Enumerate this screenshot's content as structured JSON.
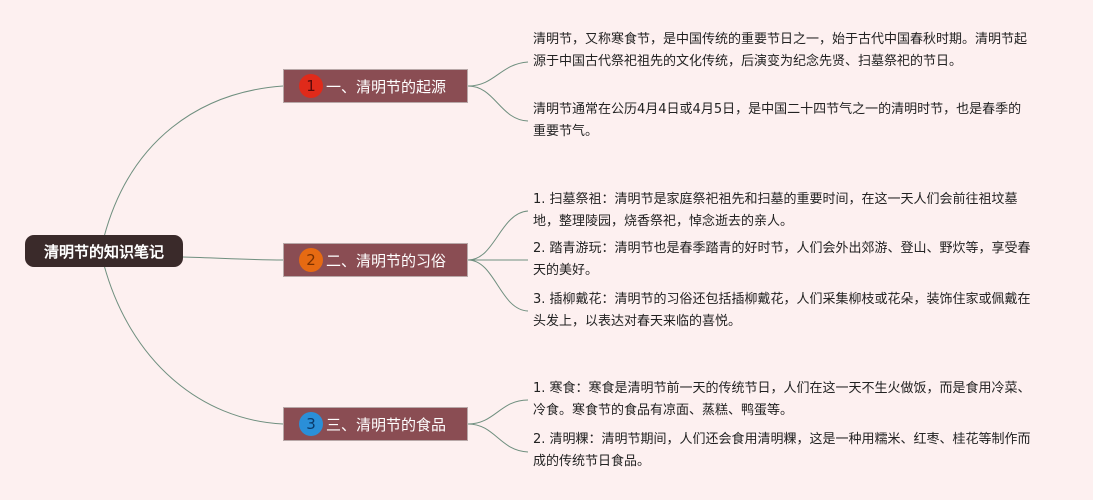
{
  "central_topic": "清明节的知识笔记",
  "colors": {
    "background": "#fdf0f0",
    "root_fill": "#3a2a2a",
    "branch_fill": "#8a4d53",
    "connector": "#6f8f7f"
  },
  "branches": [
    {
      "number": "1",
      "number_color": "#e02a1a",
      "number_text_color": "#5a0a0a",
      "label": "一、清明节的起源",
      "items": [
        "清明节，又称寒食节，是中国传统的重要节日之一，始于古代中国春秋时期。清明节起源于中国古代祭祀祖先的文化传统，后演变为纪念先贤、扫墓祭祀的节日。",
        "清明节通常在公历4月4日或4月5日，是中国二十四节气之一的清明时节，也是春季的重要节气。"
      ]
    },
    {
      "number": "2",
      "number_color": "#e66a12",
      "number_text_color": "#7a3000",
      "label": "二、清明节的习俗",
      "items": [
        "1. 扫墓祭祖：清明节是家庭祭祀祖先和扫墓的重要时间，在这一天人们会前往祖坟墓地，整理陵园，烧香祭祀，悼念逝去的亲人。",
        "2. 踏青游玩：清明节也是春季踏青的好时节，人们会外出郊游、登山、野炊等，享受春天的美好。",
        "3. 插柳戴花：清明节的习俗还包括插柳戴花，人们采集柳枝或花朵，装饰住家或佩戴在头发上，以表达对春天来临的喜悦。"
      ]
    },
    {
      "number": "3",
      "number_color": "#2a8fd8",
      "number_text_color": "#0a3a6a",
      "label": "三、清明节的食品",
      "items": [
        "1. 寒食：寒食是清明节前一天的传统节日，人们在这一天不生火做饭，而是食用冷菜、冷食。寒食节的食品有凉面、蒸糕、鸭蛋等。",
        "2. 清明粿：清明节期间，人们还会食用清明粿，这是一种用糯米、红枣、桂花等制作而成的传统节日食品。"
      ]
    }
  ]
}
